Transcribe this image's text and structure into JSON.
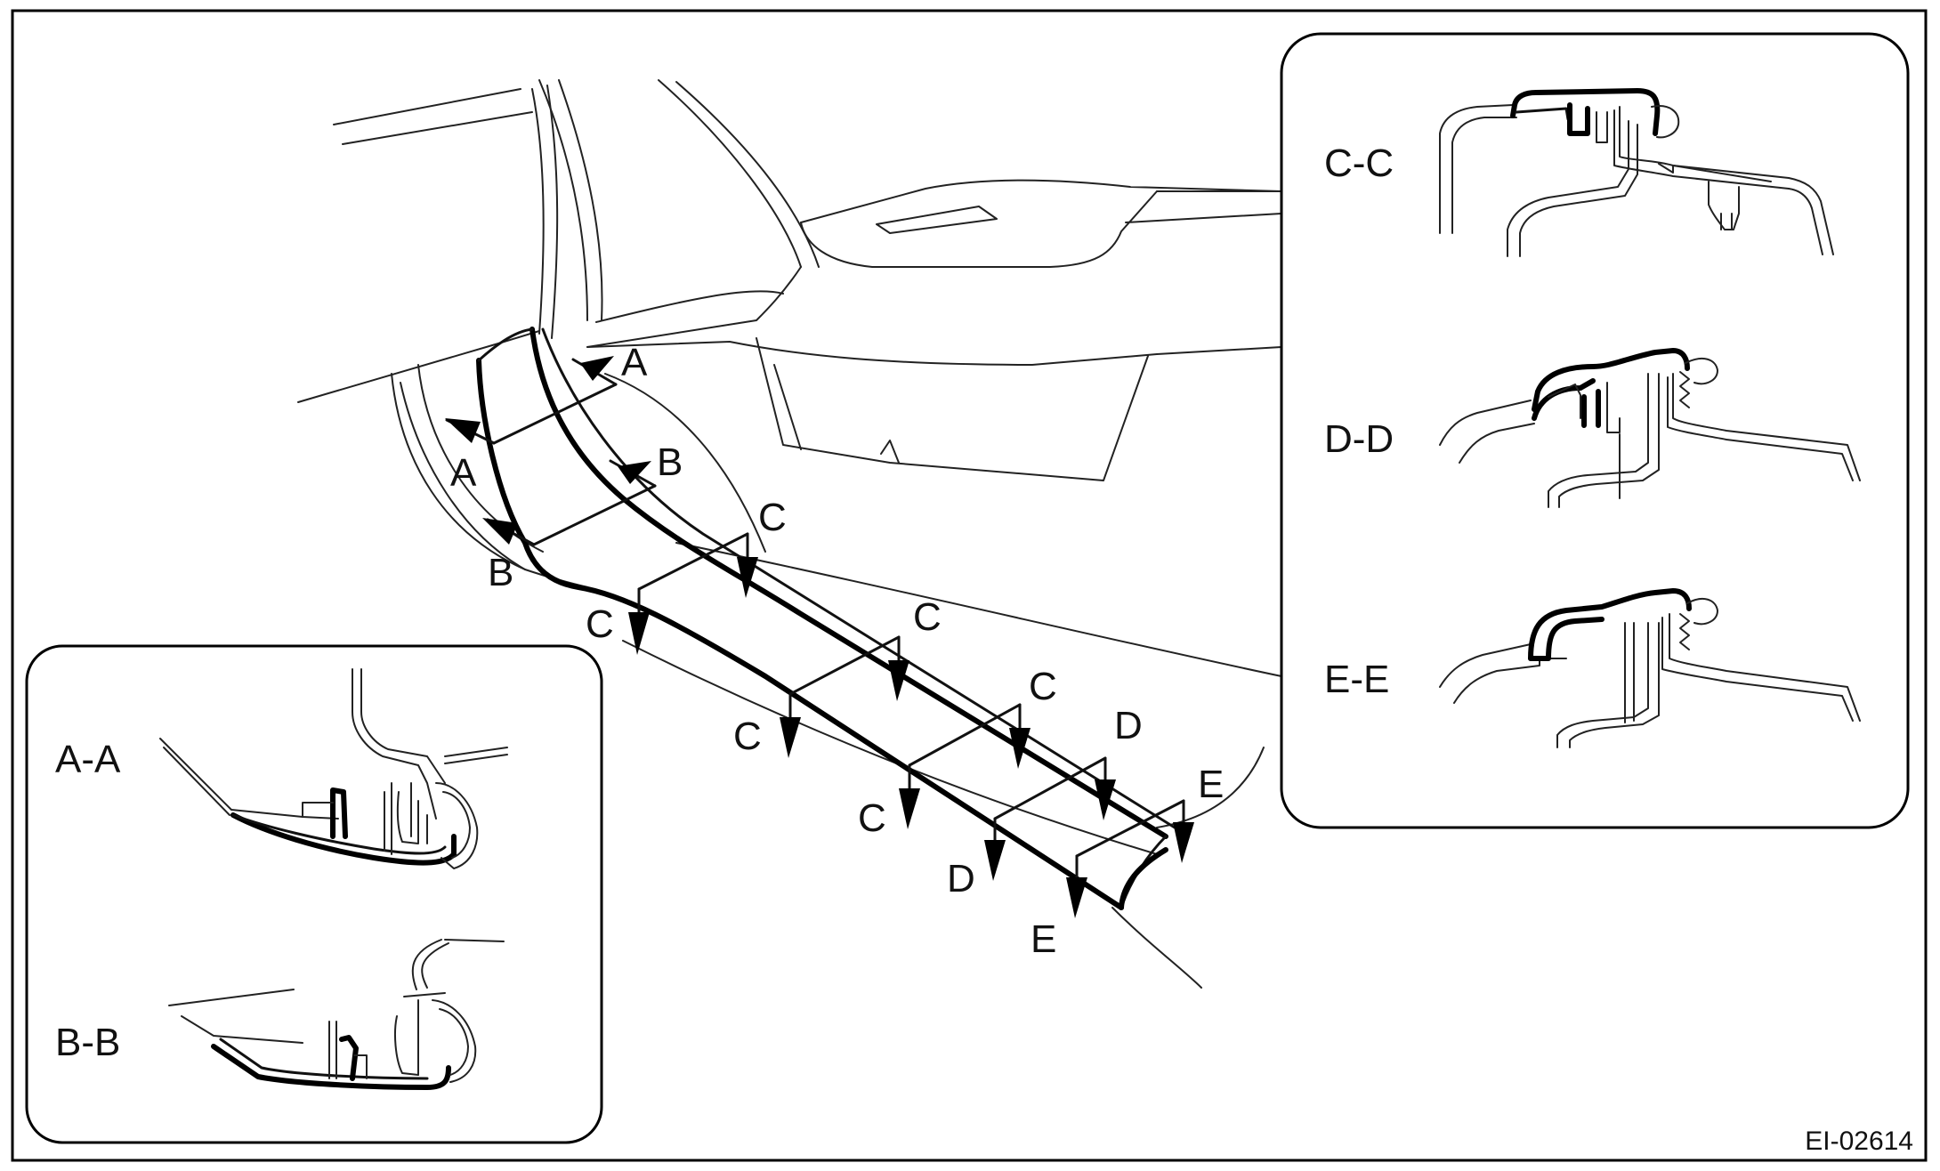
{
  "figure_code": "EI-02614",
  "cut_labels": {
    "a": "A",
    "b": "B",
    "c": "C",
    "d": "D",
    "e": "E"
  },
  "sections": {
    "aa": "A-A",
    "bb": "B-B",
    "cc": "C-C",
    "dd": "D-D",
    "ee": "E-E"
  }
}
